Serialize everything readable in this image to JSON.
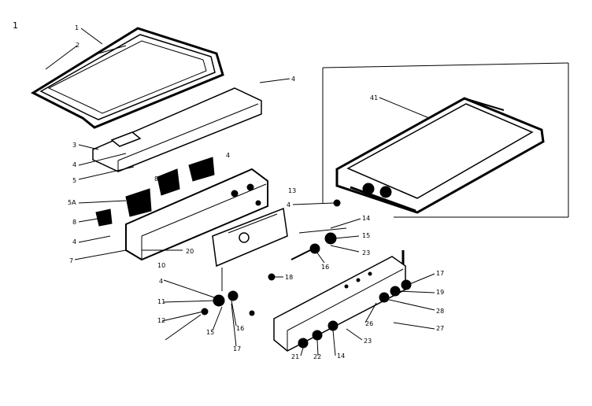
{
  "page_mark": "1",
  "callouts": [
    {
      "id": "c1",
      "text": "1"
    },
    {
      "id": "c2",
      "text": "2"
    },
    {
      "id": "c3",
      "text": "3"
    },
    {
      "id": "c4a",
      "text": "4"
    },
    {
      "id": "c4b",
      "text": "4"
    },
    {
      "id": "c4c",
      "text": "4"
    },
    {
      "id": "c4d",
      "text": "4"
    },
    {
      "id": "c4e",
      "text": "4"
    },
    {
      "id": "c4f",
      "text": "4"
    },
    {
      "id": "c5",
      "text": "5"
    },
    {
      "id": "c5A",
      "text": "5A"
    },
    {
      "id": "c7",
      "text": "7"
    },
    {
      "id": "c8a",
      "text": "8"
    },
    {
      "id": "c8b",
      "text": "8"
    },
    {
      "id": "c10",
      "text": "10"
    },
    {
      "id": "c11",
      "text": "11"
    },
    {
      "id": "c12",
      "text": "12"
    },
    {
      "id": "c13",
      "text": "13"
    },
    {
      "id": "c14a",
      "text": "14"
    },
    {
      "id": "c14b",
      "text": "14"
    },
    {
      "id": "c15a",
      "text": "15"
    },
    {
      "id": "c15b",
      "text": "15"
    },
    {
      "id": "c16a",
      "text": "16"
    },
    {
      "id": "c16b",
      "text": "16"
    },
    {
      "id": "c17a",
      "text": "17"
    },
    {
      "id": "c17b",
      "text": "17"
    },
    {
      "id": "c18",
      "text": "18"
    },
    {
      "id": "c19",
      "text": "19"
    },
    {
      "id": "c20",
      "text": "20"
    },
    {
      "id": "c21",
      "text": "21"
    },
    {
      "id": "c22",
      "text": "22"
    },
    {
      "id": "c23a",
      "text": "23"
    },
    {
      "id": "c23b",
      "text": "23"
    },
    {
      "id": "c26",
      "text": "26"
    },
    {
      "id": "c27",
      "text": "27"
    },
    {
      "id": "c28",
      "text": "28"
    },
    {
      "id": "c41",
      "text": "41"
    }
  ]
}
